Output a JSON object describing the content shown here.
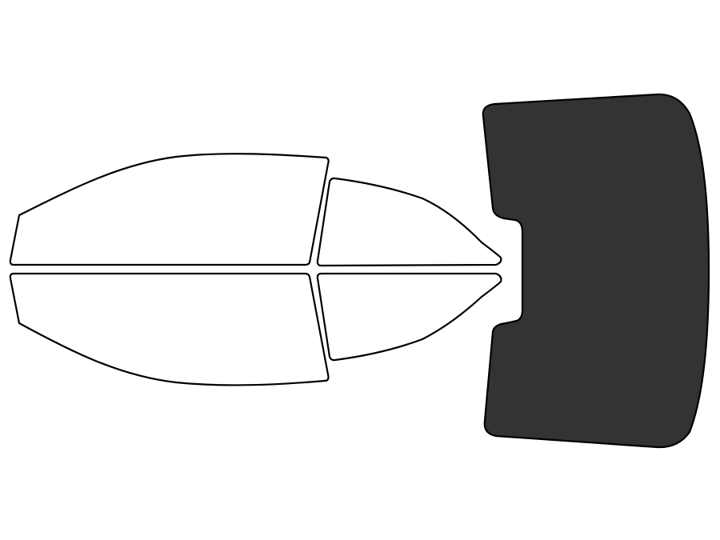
{
  "diagram": {
    "colors": {
      "background": "#ffffff",
      "outline": "#000000",
      "clear_fill": "#ffffff",
      "tinted_fill": "#333333"
    },
    "windows": [
      {
        "id": "front-left-window",
        "tinted": false
      },
      {
        "id": "rear-left-window",
        "tinted": false
      },
      {
        "id": "front-right-window",
        "tinted": false
      },
      {
        "id": "rear-right-window",
        "tinted": false
      },
      {
        "id": "rear-windshield",
        "tinted": true
      }
    ]
  }
}
